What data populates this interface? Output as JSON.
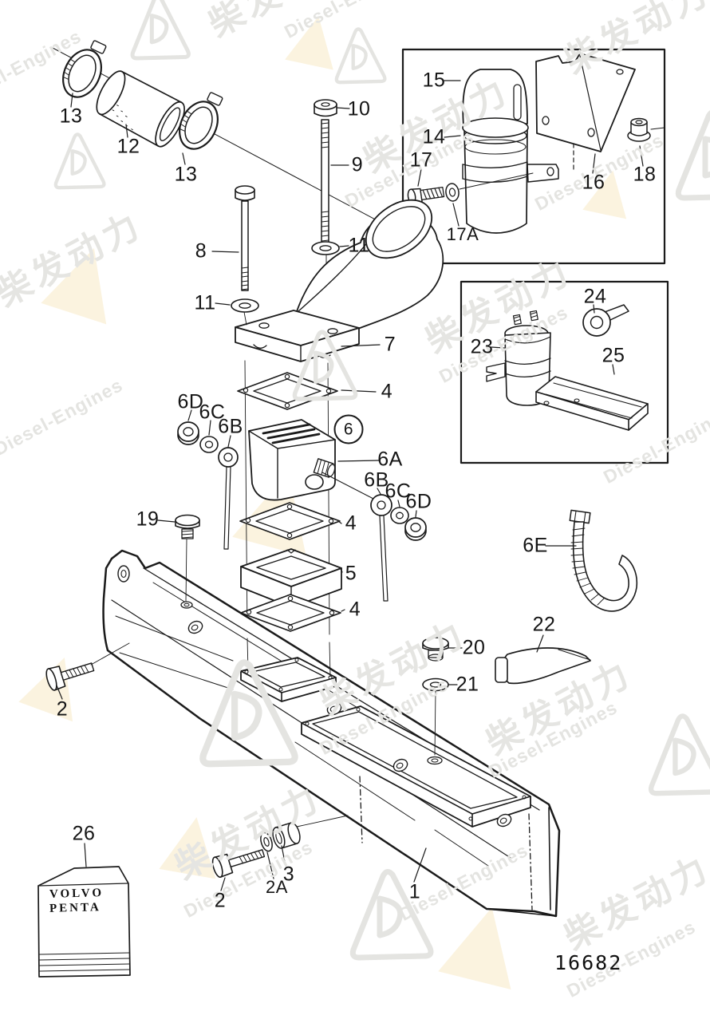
{
  "diagram": {
    "type": "exploded-parts-diagram",
    "drawing_number": "16682",
    "package_label": {
      "line1": "VOLVO",
      "line2": "PENTA"
    },
    "watermark": {
      "cn": "柴发动力",
      "en": "Diesel-Engines"
    },
    "colors": {
      "line": "#1b1b1b",
      "background": "#ffffff",
      "watermark_gray": "#e5e5e2",
      "watermark_cream": "#fbf3df"
    },
    "callouts": {
      "c13a": "13",
      "c12": "12",
      "c13b": "13",
      "c10": "10",
      "c9": "9",
      "c8": "8",
      "c11a": "11",
      "c11b": "11",
      "c7": "7",
      "c4a": "4",
      "c4b": "4",
      "c4c": "4",
      "c5": "5",
      "c6": "6",
      "c6a": "6A",
      "c6b1": "6B",
      "c6c1": "6C",
      "c6d1": "6D",
      "c6b2": "6B",
      "c6c2": "6C",
      "c6d2": "6D",
      "c6e": "6E",
      "c19": "19",
      "c20": "20",
      "c21": "21",
      "c22": "22",
      "c2l": "2",
      "c2b": "2",
      "c2A": "2A",
      "c3": "3",
      "c1": "1",
      "c26": "26",
      "c15": "15",
      "c14": "14",
      "c17": "17",
      "c17A": "17A",
      "c16": "16",
      "c18": "18",
      "c23": "23",
      "c24": "24",
      "c25": "25"
    }
  }
}
